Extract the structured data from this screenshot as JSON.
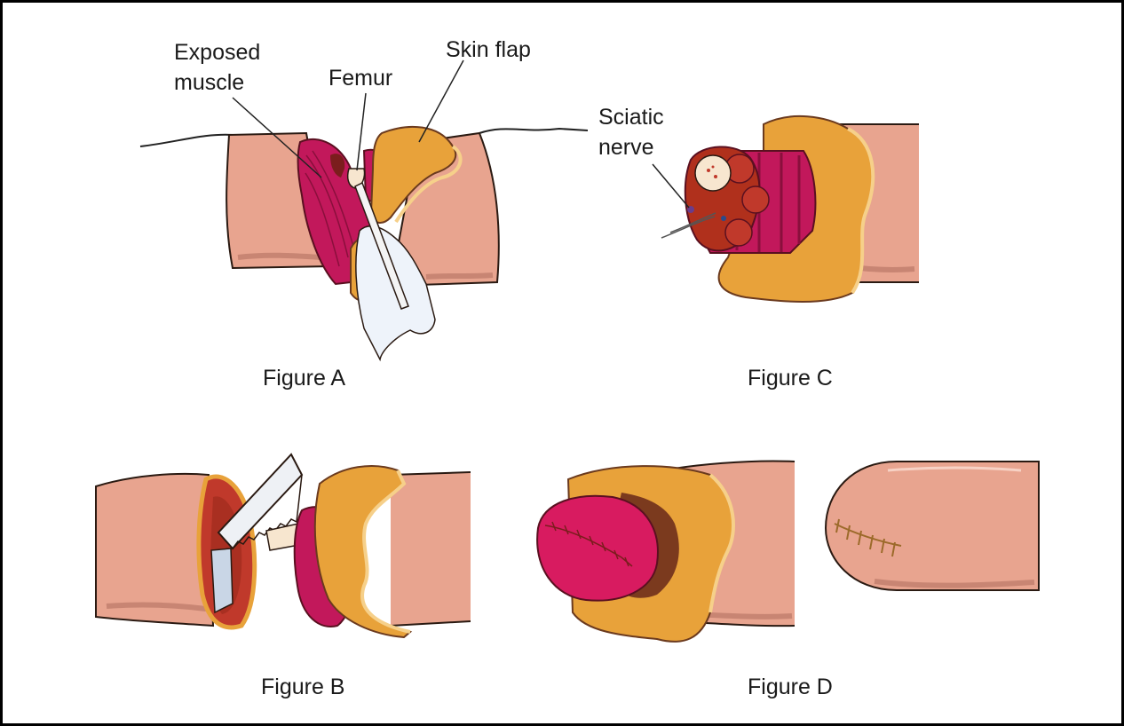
{
  "figures": {
    "a": {
      "caption": "Figure A",
      "labels": {
        "exposed_muscle_line1": "Exposed",
        "exposed_muscle_line2": "muscle",
        "femur": "Femur",
        "skin_flap": "Skin flap"
      }
    },
    "b": {
      "caption": "Figure B"
    },
    "c": {
      "caption": "Figure C",
      "labels": {
        "sciatic_nerve_line1": "Sciatic",
        "sciatic_nerve_line2": "nerve"
      }
    },
    "d": {
      "caption": "Figure D"
    }
  },
  "colors": {
    "skin": "#e8a48f",
    "skin_shadow": "#c98a78",
    "flap_orange": "#e8a23a",
    "flap_rim": "#f6d08a",
    "muscle_magenta": "#c2185b",
    "muscle_dark": "#7b1d1d",
    "brown": "#6b3a1e",
    "bone": "#f7e6cf",
    "suture": "#9c6a2a",
    "outline": "#2a1a12"
  }
}
